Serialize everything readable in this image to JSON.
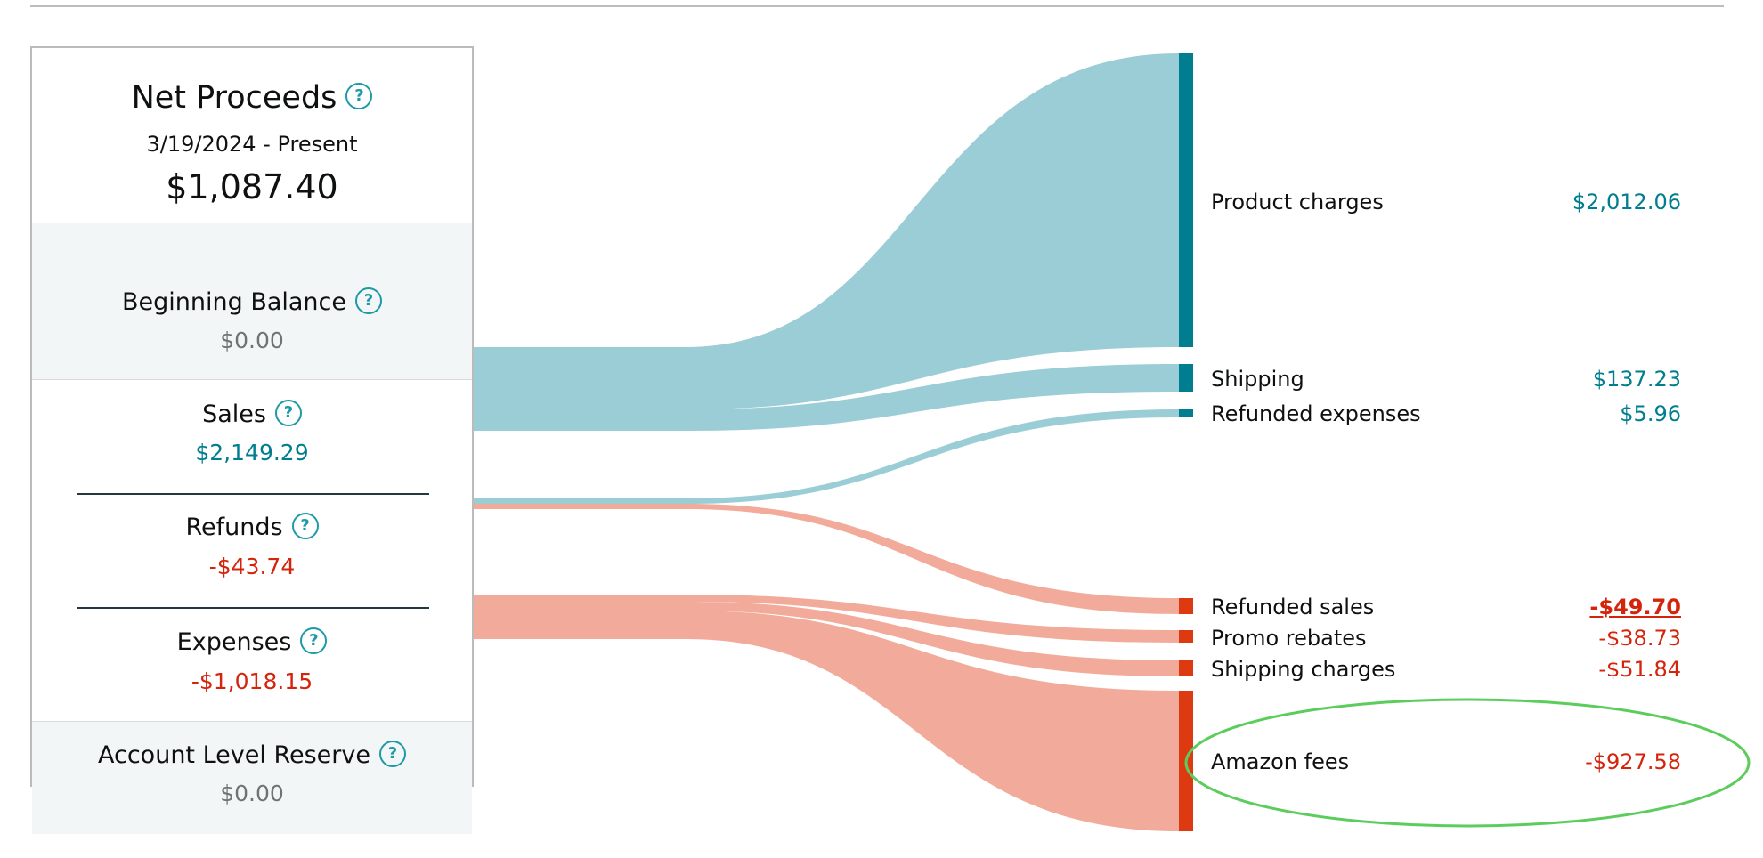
{
  "summary": {
    "net_proceeds_label": "Net Proceeds",
    "date_range": "3/19/2024 - Present",
    "net_proceeds_amount": "$1,087.40",
    "beginning_balance_label": "Beginning Balance",
    "beginning_balance_value": "$0.00",
    "sales_label": "Sales",
    "sales_value": "$2,149.29",
    "refunds_label": "Refunds",
    "refunds_value": "-$43.74",
    "expenses_label": "Expenses",
    "expenses_value": "-$1,018.15",
    "reserve_label": "Account Level Reserve",
    "reserve_value": "$0.00",
    "help_glyph": "?"
  },
  "breakdown": {
    "product_charges_label": "Product charges",
    "product_charges_value": "$2,012.06",
    "shipping_label": "Shipping",
    "shipping_value": "$137.23",
    "refunded_expenses_label": "Refunded expenses",
    "refunded_expenses_value": "$5.96",
    "refunded_sales_label": "Refunded sales",
    "refunded_sales_value": "-$49.70",
    "promo_rebates_label": "Promo rebates",
    "promo_rebates_value": "-$38.73",
    "shipping_charges_label": "Shipping charges",
    "shipping_charges_value": "-$51.84",
    "amazon_fees_label": "Amazon fees",
    "amazon_fees_value": "-$927.58"
  },
  "colors": {
    "positive_flow": "#9acdd5",
    "positive_node": "#007e8f",
    "negative_flow": "#f2ab9b",
    "negative_node": "#dd3a12",
    "highlight_ellipse": "#5ccd5c"
  }
}
